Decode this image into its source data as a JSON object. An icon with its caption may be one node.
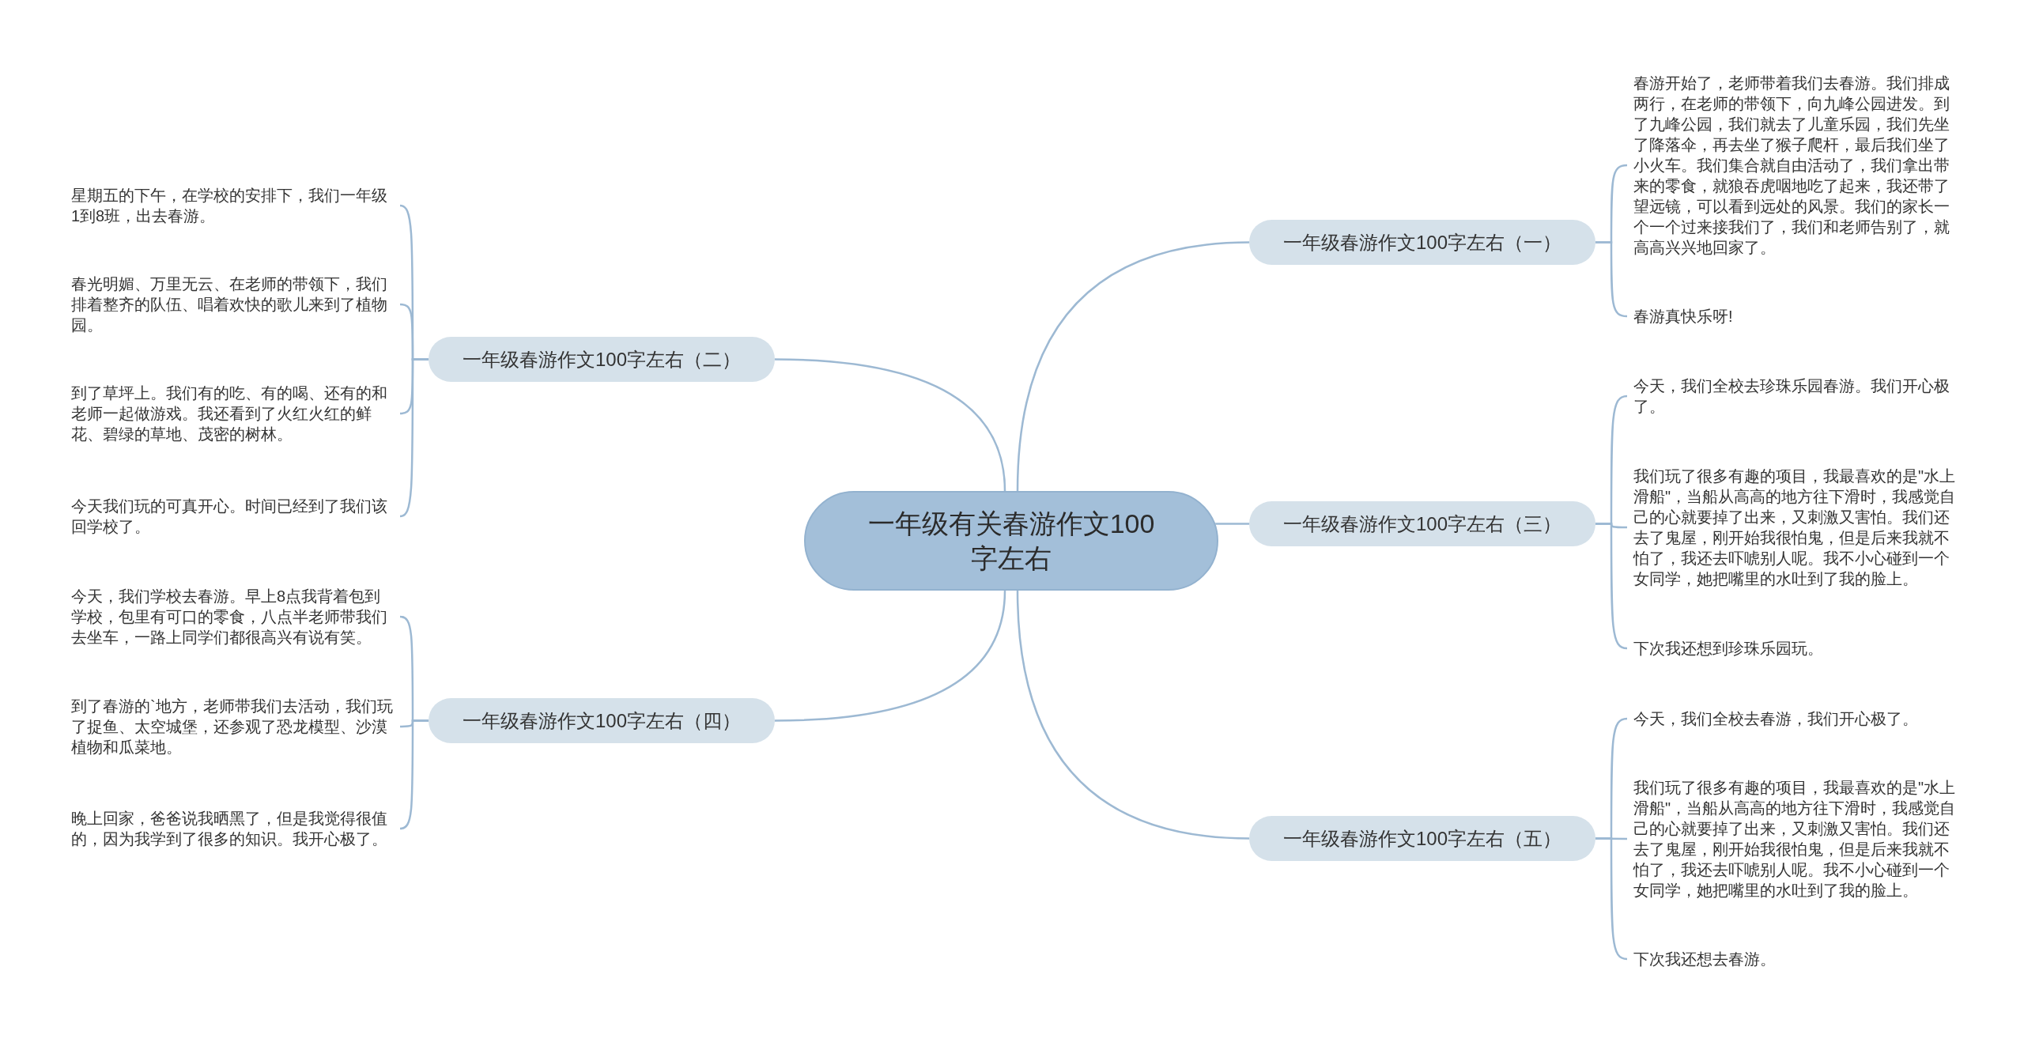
{
  "diagram": {
    "nodes": [
      {
        "text": [
          "一年级有关春游作文100字左右"
        ]
      },
      {
        "text": [
          "一年级春游作文100字左右（一）"
        ]
      },
      {
        "text": [
          "春游开始了，老师带着我们去春游。我们排成两行，在老师的带领下，向九峰公园进发。到了九峰公园，我们就去了儿童乐园，我们先坐了降落伞，再去坐了猴子爬杆，最后我们坐了小火车。我们集合就自由活动了，我们拿出带来的零食，就狼吞虎咽地吃了起来，我还带了望远镜，可以看到远处的风景。我们的家长一个一个过来接我们了，我们和老师告别了，就高高兴兴地回家了。"
        ]
      },
      {
        "text": [
          "春游真快乐呀!"
        ]
      },
      {
        "text": [
          "一年级春游作文100字左右（二）"
        ]
      },
      {
        "text": [
          "星期五的下午，在学校的安排下，我们一年级1到8班，出去春游。"
        ]
      },
      {
        "text": [
          "春光明媚、万里无云、在老师的带领下，我们排着整齐的队伍、唱着欢快的歌儿来到了植物园。"
        ]
      },
      {
        "text": [
          "到了草坪上。我们有的吃、有的喝、还有的和老师一起做游戏。我还看到了火红火红的鲜花、碧绿的草地、茂密的树林。"
        ]
      },
      {
        "text": [
          "今天我们玩的可真开心。时间已经到了我们该回学校了。"
        ]
      },
      {
        "text": [
          "一年级春游作文100字左右（三）"
        ]
      },
      {
        "text": [
          "今天，我们全校去珍珠乐园春游。我们开心极了。"
        ]
      },
      {
        "text": [
          "我们玩了很多有趣的项目，我最喜欢的是\"水上滑船\"，当船从高高的地方往下滑时，我感觉自己的心就要掉了出来，又刺激又害怕。我们还去了鬼屋，刚开始我很怕鬼，但是后来我就不怕了，我还去吓唬别人呢。我不小心碰到一个女同学，她把嘴里的水吐到了我的脸上。"
        ]
      },
      {
        "text": [
          "下次我还想到珍珠乐园玩。"
        ]
      },
      {
        "text": [
          "一年级春游作文100字左右（四）"
        ]
      },
      {
        "text": [
          "今天，我们学校去春游。早上8点我背着包到学校，包里有可口的零食，八点半老师带我们去坐车，一路上同学们都很高兴有说有笑。"
        ]
      },
      {
        "text": [
          "到了春游的`地方，老师带我们去活动，我们玩了捉鱼、太空城堡，还参观了恐龙模型、沙漠植物和瓜菜地。"
        ]
      },
      {
        "text": [
          "晚上回家，爸爸说我晒黑了，但是我觉得很值的，因为我学到了很多的知识。我开心极了。"
        ]
      },
      {
        "text": [
          "一年级春游作文100字左右（五）"
        ]
      },
      {
        "text": [
          "今天，我们全校去春游，我们开心极了。"
        ]
      },
      {
        "text": [
          "我们玩了很多有趣的项目，我最喜欢的是\"水上滑船\"，当船从高高的地方往下滑时，我感觉自己的心就要掉了出来，又刺激又害怕。我们还去了鬼屋，刚开始我很怕鬼，但是后来我就不怕了，我还去吓唬别人呢。我不小心碰到一个女同学，她把嘴里的水吐到了我的脸上。"
        ]
      },
      {
        "text": [
          "下次我还想去春游。"
        ]
      }
    ],
    "edges": [
      {
        "from": 0,
        "to": 1,
        "arrow": "none"
      },
      {
        "from": 0,
        "to": 4,
        "arrow": "none"
      },
      {
        "from": 0,
        "to": 9,
        "arrow": "none"
      },
      {
        "from": 0,
        "to": 13,
        "arrow": "none"
      },
      {
        "from": 0,
        "to": 17,
        "arrow": "none"
      },
      {
        "from": 1,
        "to": 2,
        "arrow": "none"
      },
      {
        "from": 1,
        "to": 3,
        "arrow": "none"
      },
      {
        "from": 4,
        "to": 5,
        "arrow": "none"
      },
      {
        "from": 4,
        "to": 6,
        "arrow": "none"
      },
      {
        "from": 4,
        "to": 7,
        "arrow": "none"
      },
      {
        "from": 4,
        "to": 8,
        "arrow": "none"
      },
      {
        "from": 9,
        "to": 10,
        "arrow": "none"
      },
      {
        "from": 9,
        "to": 11,
        "arrow": "none"
      },
      {
        "from": 9,
        "to": 12,
        "arrow": "none"
      },
      {
        "from": 13,
        "to": 14,
        "arrow": "none"
      },
      {
        "from": 13,
        "to": 15,
        "arrow": "none"
      },
      {
        "from": 13,
        "to": 16,
        "arrow": "none"
      },
      {
        "from": 17,
        "to": 18,
        "arrow": "none"
      },
      {
        "from": 17,
        "to": 19,
        "arrow": "none"
      },
      {
        "from": 17,
        "to": 20,
        "arrow": "none"
      }
    ]
  }
}
